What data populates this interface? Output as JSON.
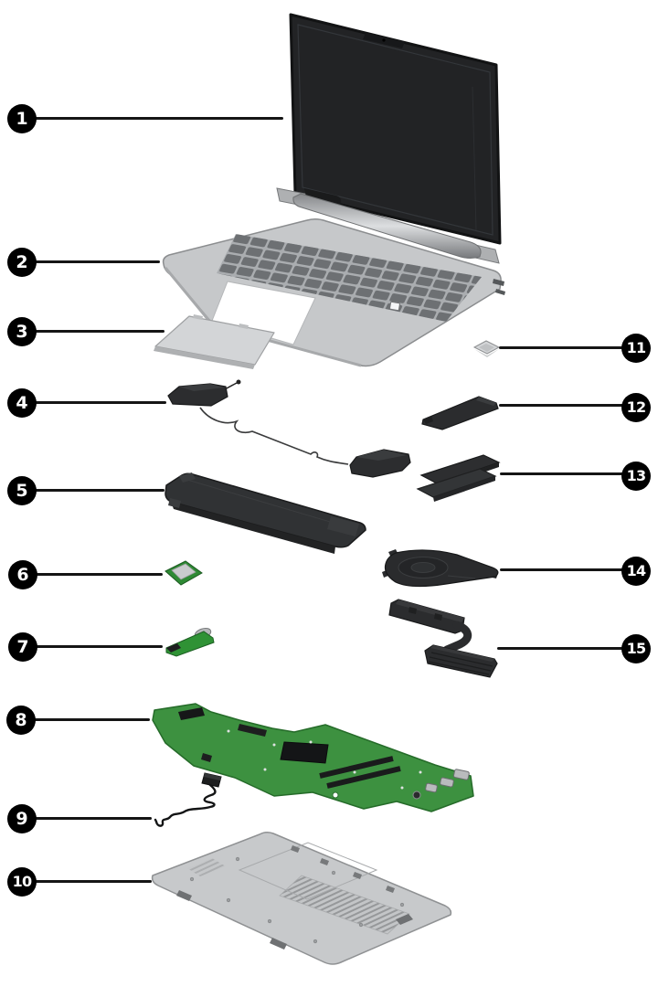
{
  "diagram": {
    "kind": "laptop-exploded-parts-diagram",
    "background": "#ffffff",
    "callout_bg": "#000000",
    "callout_fg": "#ffffff",
    "leader_line_color": "#151515"
  },
  "callouts": [
    {
      "number": "1",
      "part": "display-assembly",
      "side": "left"
    },
    {
      "number": "2",
      "part": "keyboard-top-cover",
      "side": "left"
    },
    {
      "number": "3",
      "part": "touchpad",
      "side": "left"
    },
    {
      "number": "4",
      "part": "speakers",
      "side": "left"
    },
    {
      "number": "5",
      "part": "battery",
      "side": "left"
    },
    {
      "number": "6",
      "part": "wlan-module",
      "side": "left"
    },
    {
      "number": "7",
      "part": "usb-board",
      "side": "left"
    },
    {
      "number": "8",
      "part": "system-board",
      "side": "left"
    },
    {
      "number": "9",
      "part": "power-connector-cable",
      "side": "left"
    },
    {
      "number": "10",
      "part": "bottom-cover",
      "side": "left"
    },
    {
      "number": "11",
      "part": "small-chip",
      "side": "right"
    },
    {
      "number": "12",
      "part": "solid-state-drive",
      "side": "right"
    },
    {
      "number": "13",
      "part": "drive-shield-plates",
      "side": "right"
    },
    {
      "number": "14",
      "part": "fan",
      "side": "right"
    },
    {
      "number": "15",
      "part": "heat-sink",
      "side": "right"
    }
  ],
  "colors": {
    "panel_dark": "#222325",
    "metal_silver": "#c6c8ca",
    "hinge_silver": "#b7b9bb",
    "board_green": "#3d9140",
    "module_green": "#2e8a34",
    "part_dark": "#2b2c2e",
    "touchpad_gray": "#d3d5d7",
    "cover_gray": "#c7c9cb"
  }
}
